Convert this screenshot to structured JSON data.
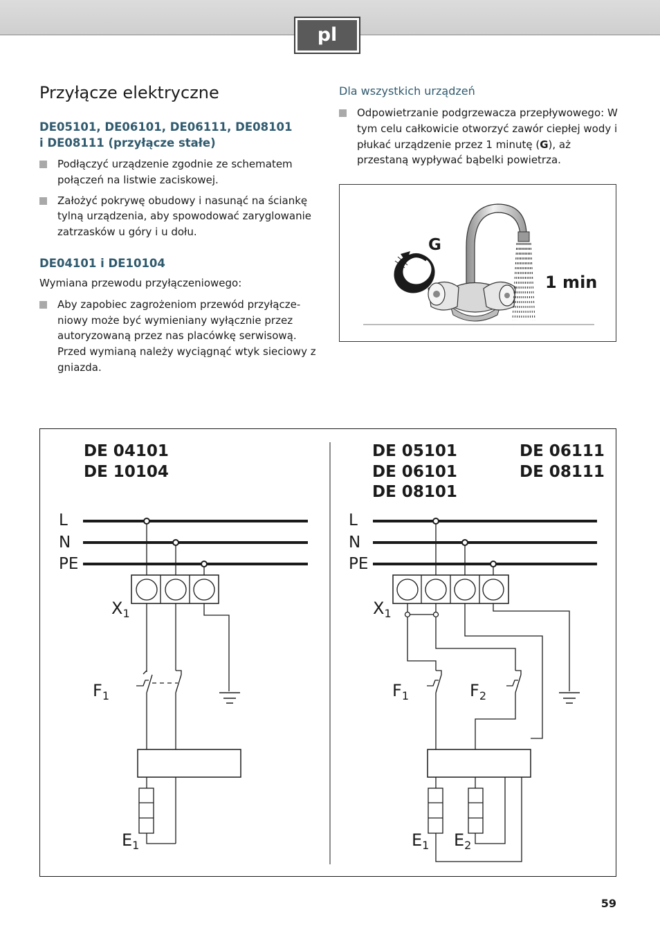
{
  "header": {
    "language_badge": "pl"
  },
  "left": {
    "title": "Przyłącze elektryczne",
    "section1": {
      "heading_line1": "DE05101, DE06101, DE06111, DE08101",
      "heading_line2": "i DE08111 (przyłącze stałe)",
      "bullets": [
        "Podłączyć urządzenie zgodnie ze schematem połączeń na listwie zaciskowej.",
        "Założyć pokrywę obudowy i nasunąć na ściankę tylną urządzenia, aby spowodować zaryglowanie zatrzasków u góry i u dołu."
      ]
    },
    "section2": {
      "heading": "DE04101 i DE10104",
      "intro": "Wymiana przewodu przyłączeniowego:",
      "bullets": [
        "Aby zapobiec zagrożeniom przewód przyłącze-niowy może być wymieniany wyłącznie przez autoryzowaną przez nas placówkę serwisową. Przed wymianą należy wyciągnąć wtyk sieciowy z gniazda."
      ]
    }
  },
  "right": {
    "heading": "Dla wszystkich urządzeń",
    "bullet_before": "Odpowietrzanie podgrzewacza przepływowego: W tym celu całkowicie otworzyć zawór ciepłej wody i płukać urządzenie przez 1 minutę (",
    "bullet_bold": "G",
    "bullet_after": "), aż przestaną wypływać bąbelki powietrza.",
    "illustration": {
      "label_g": "G",
      "label_time": "1 min"
    }
  },
  "diagram": {
    "left_models": [
      "DE 04101",
      "DE 10104"
    ],
    "right_models_col1": [
      "DE 05101",
      "DE 06101",
      "DE 08101"
    ],
    "right_models_col2": [
      "DE 06111",
      "DE 08111"
    ],
    "lines": [
      "L",
      "N",
      "PE"
    ],
    "terminal": "X",
    "fuse": "F",
    "element": "E",
    "sub1": "1",
    "sub2": "2"
  },
  "footer": {
    "page_number": "59"
  },
  "colors": {
    "heading": "#2f5a6e",
    "bullet": "#a9a9a9",
    "band": "#d4d4d4"
  }
}
